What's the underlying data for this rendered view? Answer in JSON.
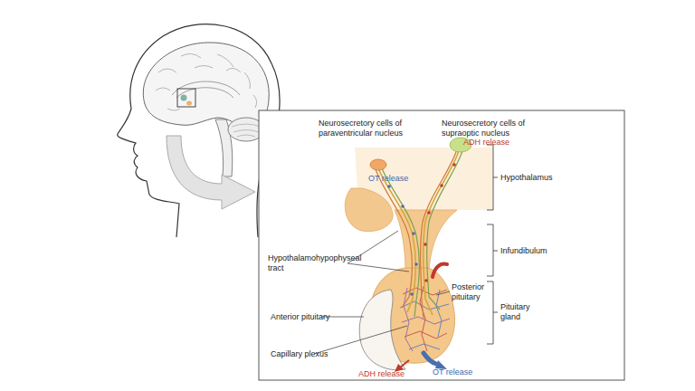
{
  "diagram": {
    "labels": [
      "Neurosecretory cells of paraventricular nucleus",
      "Neurosecretory cells of supraoptic nucleus",
      "ADH release",
      "Hypothalamus",
      "OT release",
      "Infundibulum",
      "Hypothalamohypophyseal tract",
      "Posterior pituitary",
      "Pituitary gland",
      "Anterior pituitary",
      "Capillary plexus",
      "ADH release",
      "OT release"
    ]
  }
}
